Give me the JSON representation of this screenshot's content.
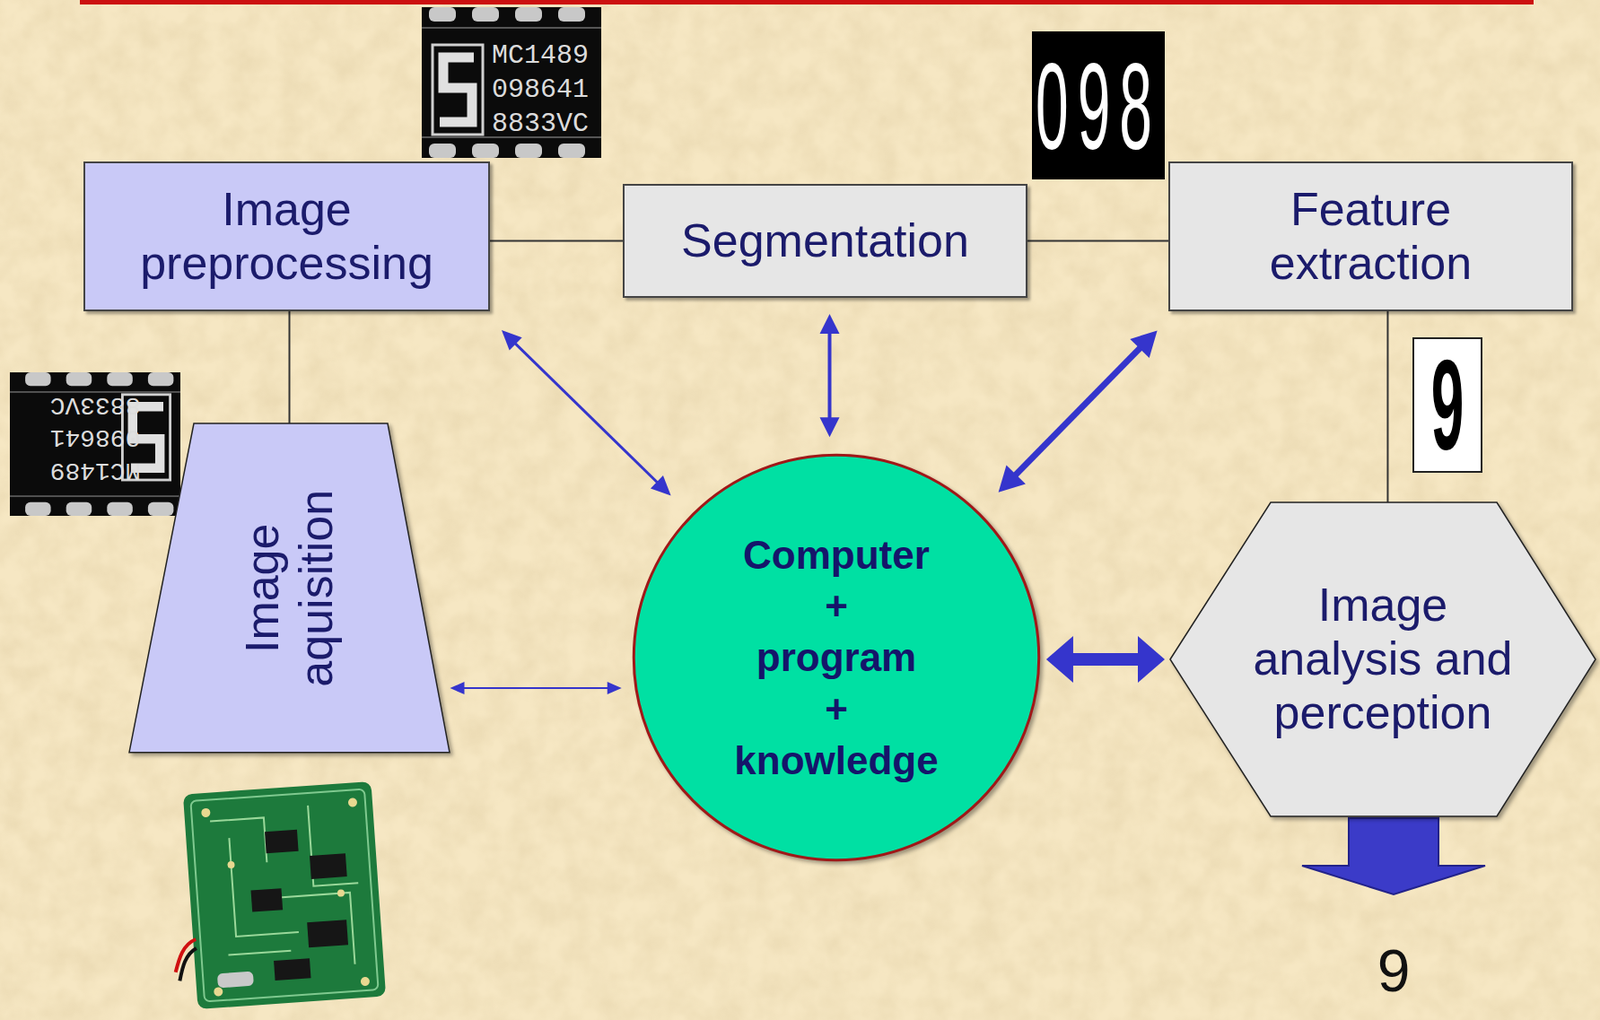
{
  "diagram": {
    "nodes": [
      {
        "text": [
          "Image preprocessing"
        ]
      },
      {
        "text": [
          "Segmentation"
        ]
      },
      {
        "text": [
          "Feature extraction"
        ]
      },
      {
        "text": [
          "Image aquisition"
        ]
      },
      {
        "text": [
          "Computer + program + knowledge"
        ]
      },
      {
        "text": [
          "Image analysis and perception"
        ]
      }
    ],
    "edges": [
      {
        "from": 3,
        "to": 0,
        "arrow": "none"
      },
      {
        "from": 0,
        "to": 1,
        "arrow": "none"
      },
      {
        "from": 1,
        "to": 2,
        "arrow": "none"
      },
      {
        "from": 2,
        "to": 5,
        "arrow": "none"
      },
      {
        "from": 4,
        "to": 0,
        "arrow": "both"
      },
      {
        "from": 4,
        "to": 1,
        "arrow": "both"
      },
      {
        "from": 4,
        "to": 2,
        "arrow": "both"
      },
      {
        "from": 4,
        "to": 3,
        "arrow": "both"
      },
      {
        "from": 4,
        "to": 5,
        "arrow": "both"
      }
    ],
    "labels": [
      "MC1489",
      "098641",
      "8833VC",
      "098",
      "9",
      "MC1489",
      "098641",
      "8833VC",
      "9"
    ]
  }
}
